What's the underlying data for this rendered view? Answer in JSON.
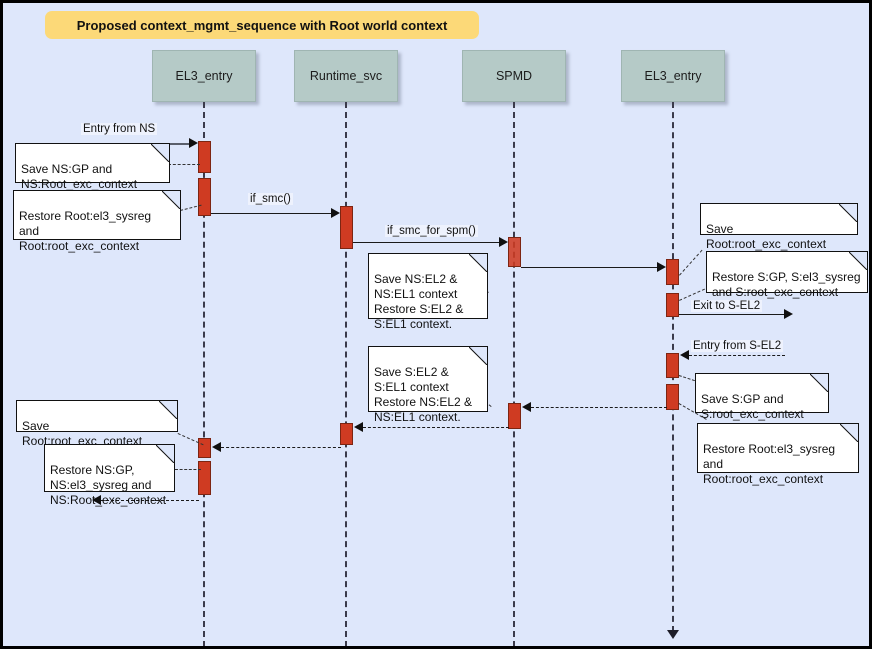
{
  "diagram": {
    "title": "Proposed context_mgmt_sequence with Root world context",
    "type": "uml-sequence-diagram",
    "background_color": "#dee7fb",
    "banner_color": "#fcd978",
    "participant_color": "#b5cac7",
    "activation_color": "#cf3b22"
  },
  "participants": [
    {
      "label": "EL3_entry"
    },
    {
      "label": "Runtime_svc"
    },
    {
      "label": "SPMD"
    },
    {
      "label": "EL3_entry"
    }
  ],
  "messages": [
    {
      "label": "Entry from NS"
    },
    {
      "label": "if_smc()"
    },
    {
      "label": "if_smc_for_spm()"
    },
    {
      "label": "Exit to S-EL2"
    },
    {
      "label": "Entry from S-EL2"
    }
  ],
  "notes": [
    {
      "id": "note-save-ns-gp",
      "text": "Save NS:GP and\nNS:Root_exc_context"
    },
    {
      "id": "note-restore-root-1",
      "text": "Restore Root:el3_sysreg\nand\nRoot:root_exc_context"
    },
    {
      "id": "note-save-ns-el2",
      "text": "Save NS:EL2 &\nNS:EL1 context\nRestore S:EL2 &\nS:EL1 context."
    },
    {
      "id": "note-save-root-exc-1",
      "text": "Save Root:root_exc_context"
    },
    {
      "id": "note-restore-s-gp",
      "text": "Restore S:GP, S:el3_sysreg\nand S:root_exc_context"
    },
    {
      "id": "note-save-s-el2",
      "text": "Save S:EL2 &\nS:EL1 context\nRestore NS:EL2 &\nNS:EL1 context."
    },
    {
      "id": "note-save-s-gp",
      "text": "Save S:GP and\nS:root_exc_context"
    },
    {
      "id": "note-restore-root-2",
      "text": "Restore Root:el3_sysreg\nand\nRoot:root_exc_context"
    },
    {
      "id": "note-save-root-exc-2",
      "text": "Save Root:root_exc_context"
    },
    {
      "id": "note-restore-ns-gp",
      "text": "Restore NS:GP,\nNS:el3_sysreg and\nNS:Root_exc_context"
    }
  ]
}
